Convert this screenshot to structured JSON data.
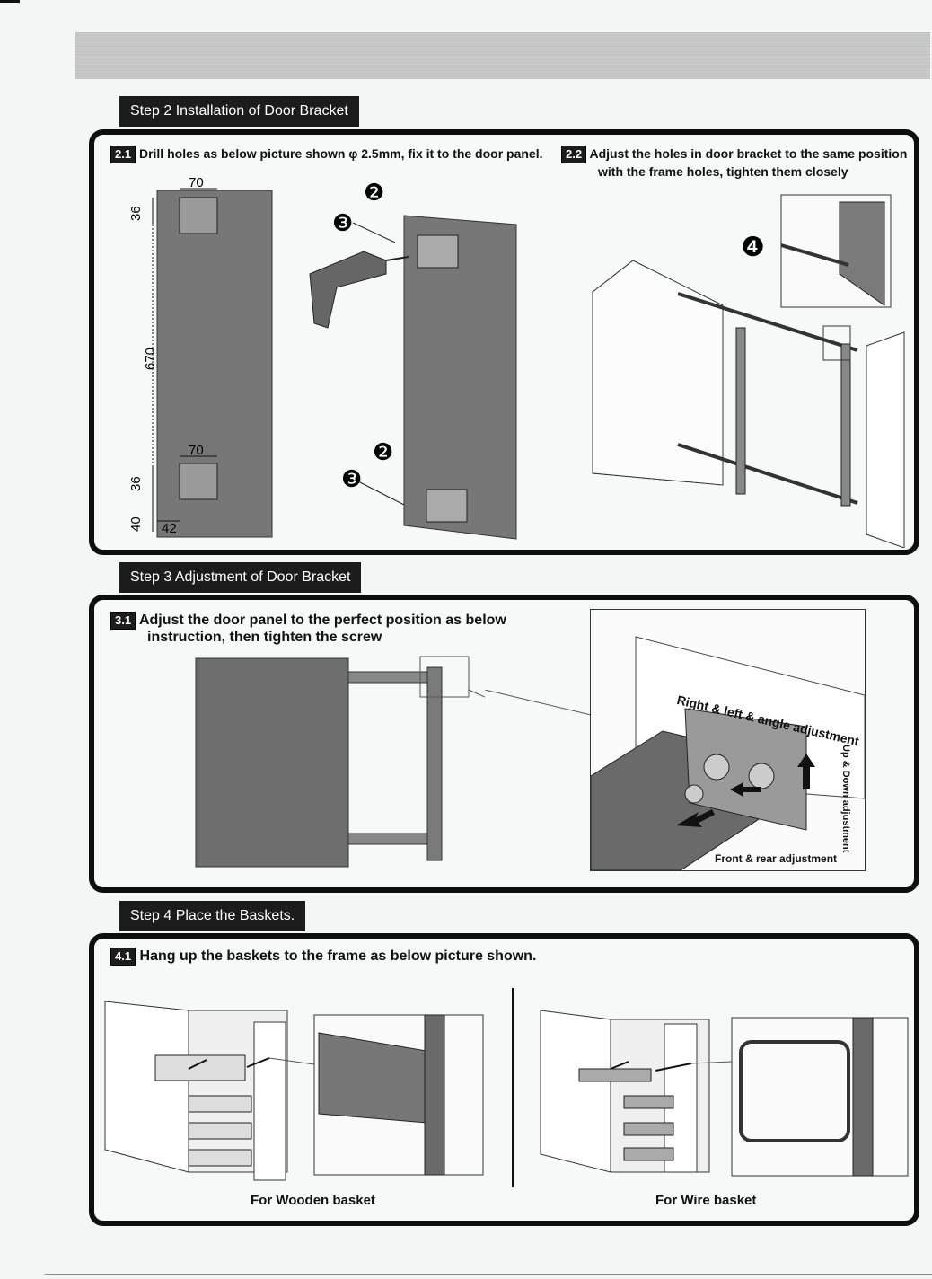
{
  "step2": {
    "title": "Step 2 Installation of Door Bracket",
    "s21_badge": "2.1",
    "s21_text": "Drill holes as below picture shown φ 2.5mm, fix it to the door panel.",
    "s22_badge": "2.2",
    "s22_line1": "Adjust the holes in door bracket to the same position",
    "s22_line2": "with the frame holes, tighten them closely",
    "dims": {
      "w_top": "70",
      "h_top": "36",
      "h_mid": "670",
      "w_bot": "70",
      "h_bot": "36",
      "h_base": "40",
      "w_base": "42"
    },
    "markers": {
      "m2": "❷",
      "m3": "❸",
      "m4": "❹"
    }
  },
  "step3": {
    "title": "Step 3 Adjustment of Door Bracket",
    "badge": "3.1",
    "line1": "Adjust the door panel to the perfect position as below",
    "line2": "instruction, then tighten the screw",
    "label_right_left": "Right & left & angle adjustment",
    "label_up_down": "Up & Down adjustment",
    "label_front_rear": "Front & rear adjustment"
  },
  "step4": {
    "title": "Step 4 Place the Baskets.",
    "badge": "4.1",
    "text": "Hang up the baskets to the frame as below picture shown.",
    "caption_wooden": "For Wooden basket",
    "caption_wire": "For Wire basket"
  }
}
